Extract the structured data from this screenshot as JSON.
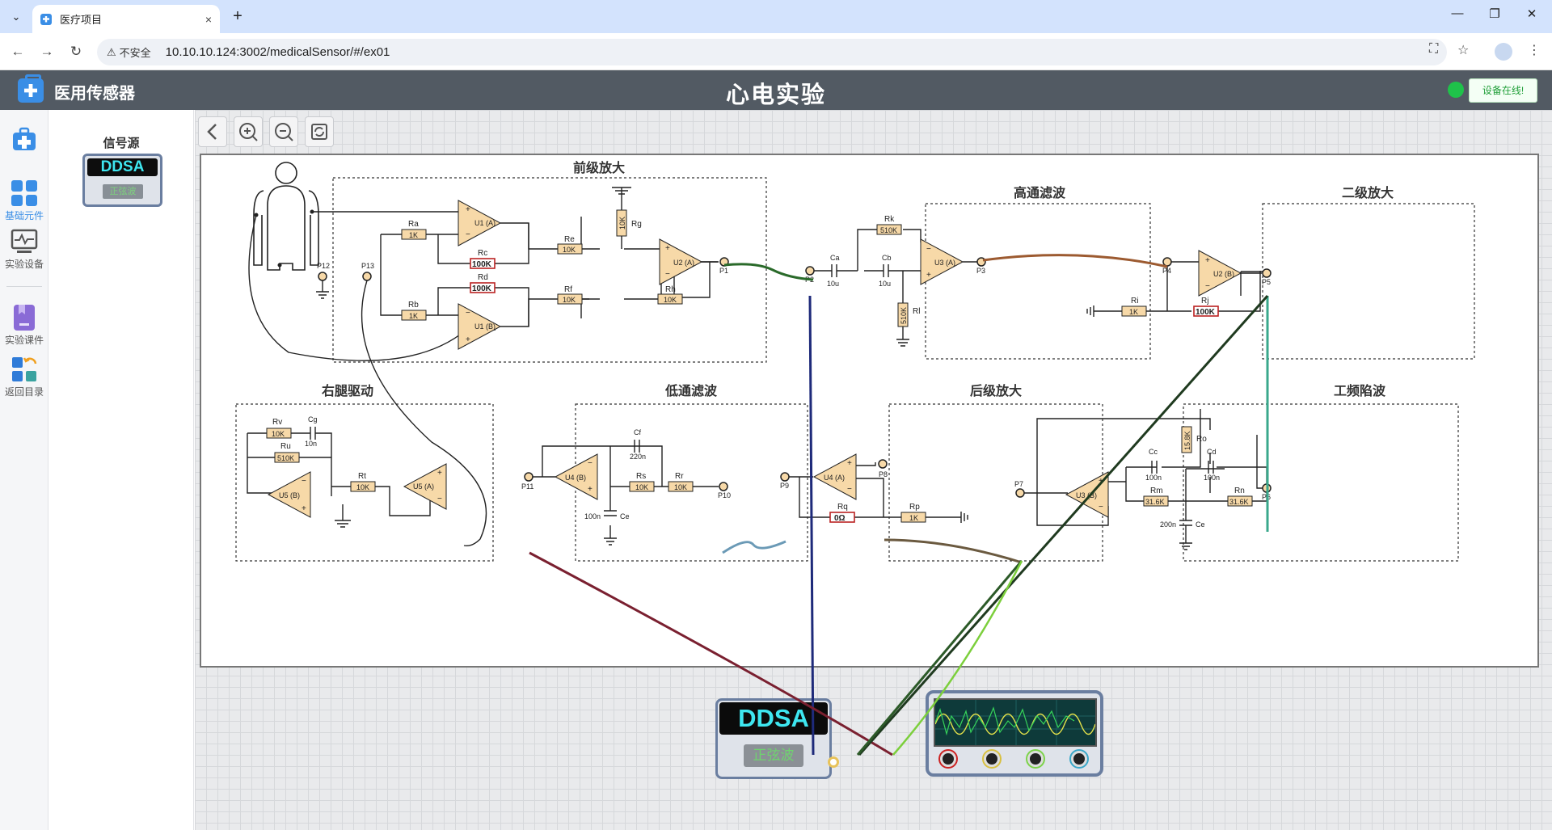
{
  "browser": {
    "tab_title": "医疗项目",
    "tab_close": "×",
    "new_tab": "+",
    "security_label": "不安全",
    "url": "10.10.10.124:3002/medicalSensor/#/ex01"
  },
  "header": {
    "app_name": "医用传感器",
    "title": "心电实验",
    "status_label": "设备在线!"
  },
  "sidebar": {
    "items": [
      {
        "label": ""
      },
      {
        "label": "基础元件"
      },
      {
        "label": "实验设备"
      },
      {
        "label": "实验课件"
      },
      {
        "label": "返回目录"
      }
    ]
  },
  "component_panel": {
    "title": "信号源",
    "ddsa_label": "DDSA",
    "wave_label": "正弦波"
  },
  "devices": {
    "ddsa_label": "DDSA",
    "ddsa_wave": "正弦波"
  },
  "circuit": {
    "sections": {
      "preamp": "前级放大",
      "highpass": "高通滤波",
      "second_amp": "二级放大",
      "rld": "右腿驱动",
      "lowpass": "低通滤波",
      "post_amp": "后级放大",
      "notch": "工频陷波"
    },
    "components": {
      "Ra": {
        "name": "Ra",
        "value": "1K"
      },
      "Rb": {
        "name": "Rb",
        "value": "1K"
      },
      "Rc": {
        "name": "Rc",
        "value": "100K"
      },
      "Rd": {
        "name": "Rd",
        "value": "100K"
      },
      "Re": {
        "name": "Re",
        "value": "10K"
      },
      "Rf": {
        "name": "Rf",
        "value": "10K"
      },
      "Rg": {
        "name": "Rg",
        "value": "10K"
      },
      "Rh": {
        "name": "Rh",
        "value": "10K"
      },
      "Rk": {
        "name": "Rk",
        "value": "510K"
      },
      "Rl": {
        "name": "Rl",
        "value": "510K"
      },
      "Ri": {
        "name": "Ri",
        "value": "1K"
      },
      "Rj": {
        "name": "Rj",
        "value": "100K"
      },
      "Rv": {
        "name": "Rv",
        "value": "10K"
      },
      "Ru": {
        "name": "Ru",
        "value": "510K"
      },
      "Rt": {
        "name": "Rt",
        "value": "10K"
      },
      "Rs": {
        "name": "Rs",
        "value": "10K"
      },
      "Rr": {
        "name": "Rr",
        "value": "10K"
      },
      "Rq": {
        "name": "Rq",
        "value": "0Ω"
      },
      "Rp": {
        "name": "Rp",
        "value": "1K"
      },
      "Ro": {
        "name": "Ro",
        "value": "15.8K"
      },
      "Rm": {
        "name": "Rm",
        "value": "31.6K"
      },
      "Rn": {
        "name": "Rn",
        "value": "31.6K"
      },
      "Ca": {
        "name": "Ca",
        "value": "10u"
      },
      "Cb": {
        "name": "Cb",
        "value": "10u"
      },
      "Cg": {
        "name": "Cg",
        "value": "10n"
      },
      "Cf": {
        "name": "Cf",
        "value": "220n"
      },
      "Ce_low": {
        "name": "Ce",
        "value": "100n"
      },
      "Cc": {
        "name": "Cc",
        "value": "100n"
      },
      "Cd": {
        "name": "Cd",
        "value": "100n"
      },
      "Ce_notch": {
        "name": "Ce",
        "value": "200n"
      }
    },
    "opamps": {
      "U1A": "U1 (A)",
      "U1B": "U1 (B)",
      "U2A": "U2 (A)",
      "U3A": "U3 (A)",
      "U2B": "U2 (B)",
      "U5B": "U5 (B)",
      "U5A": "U5 (A)",
      "U4B": "U4 (B)",
      "U4A": "U4 (A)",
      "U3B": "U3 (B)"
    },
    "ports": [
      "P1",
      "P2",
      "P3",
      "P4",
      "P5",
      "P6",
      "P7",
      "P8",
      "P9",
      "P10",
      "P11",
      "P12",
      "P13"
    ]
  },
  "colors": {
    "accent": "#3a8ee6",
    "header_bg": "#525a63",
    "online": "#1fc24a",
    "component_fill": "#f7d9a8"
  }
}
